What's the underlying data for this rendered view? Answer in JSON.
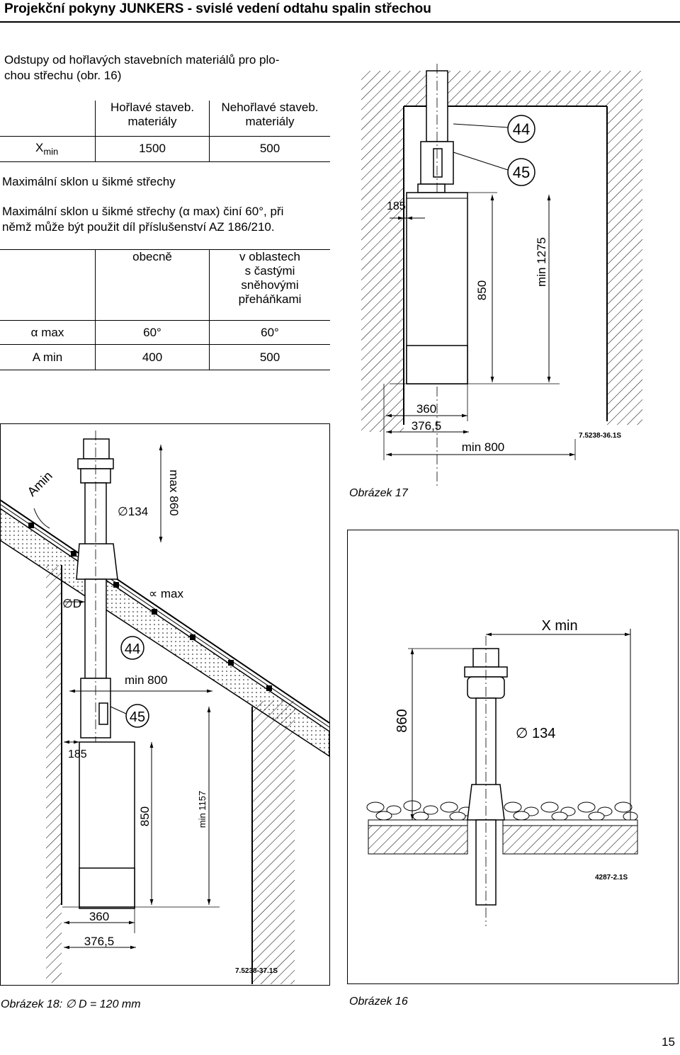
{
  "header": {
    "title": "Projekční pokyny JUNKERS - svislé vedení odtahu spalin střechou"
  },
  "intro": {
    "line1": "Odstupy od hořlavých stavebních materiálů pro plo-",
    "line2": "chou střechu (obr. 16)"
  },
  "table1": {
    "col1_l1": "Hořlavé staveb.",
    "col1_l2": "materiály",
    "col2_l1": "Nehořlavé staveb.",
    "col2_l2": "materiály",
    "row_label": "X",
    "row_label_sub": "min",
    "v1": "1500",
    "v2": "500"
  },
  "slope": {
    "heading": "Maximální sklon u šikmé střechy",
    "line1": "Maximální sklon u šikmé střechy (α max) činí 60°, při",
    "line2": "němž může být použit díl příslušenství AZ 186/210."
  },
  "table2": {
    "col1": "obecně",
    "col2_l1": "v oblastech",
    "col2_l2": "s častými",
    "col2_l3": "sněhovými",
    "col2_l4": "přeháňkami",
    "r1_label": "α max",
    "r1_v1": "60°",
    "r1_v2": "60°",
    "r2_label": "A min",
    "r2_v1": "400",
    "r2_v2": "500"
  },
  "fig17": {
    "circle44": "44",
    "circle45": "45",
    "dim185": "185",
    "dim850": "850",
    "dim1275": "min 1275",
    "dim360": "360",
    "dim3765": "376,5",
    "dimmin800": "min 800",
    "ref": "7.5238-36.1S",
    "caption": "Obrázek 17"
  },
  "fig18": {
    "amin": "Amin",
    "d134": "∅134",
    "max860": "max 860",
    "alphamax": "∝ max",
    "dD": "∅D",
    "circle44": "44",
    "min800": "min 800",
    "circle45": "45",
    "dim185": "185",
    "dim850": "850",
    "min1157": "min 1157",
    "dim360": "360",
    "dim3765": "376,5",
    "ref": "7.5238-37.1S",
    "caption": "Obrázek 18: ∅ D = 120 mm"
  },
  "fig16": {
    "xmin": "X min",
    "dim860": "860",
    "d134": "∅ 134",
    "ref": "4287-2.1S",
    "caption": "Obrázek 16"
  },
  "page_number": "15"
}
